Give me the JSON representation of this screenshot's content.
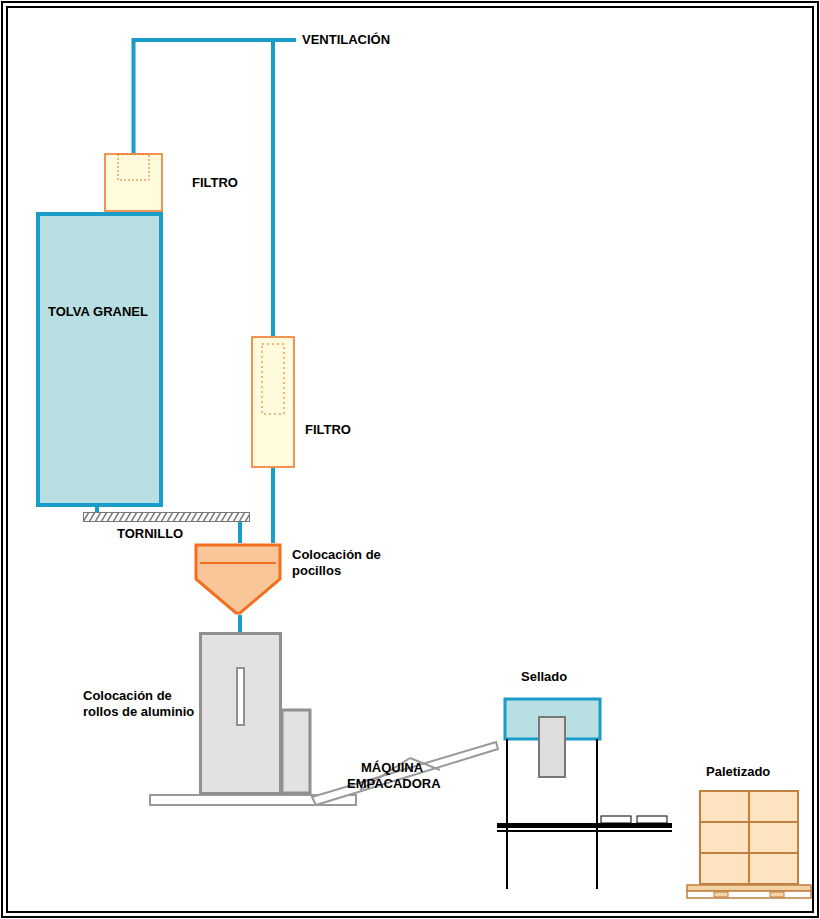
{
  "diagram": {
    "nodes": [
      {
        "text": [
          "FILTRO"
        ]
      },
      {
        "text": [
          "TOLVA GRANEL"
        ]
      },
      {
        "text": [
          "FILTRO"
        ]
      },
      {
        "text": [
          "TORNILLO"
        ]
      },
      {
        "text": [
          "Colocación de pocillos"
        ]
      },
      {
        "text": [
          "Colocación de rollos de aluminio",
          "MÁQUINA EMPACADORA"
        ]
      },
      {
        "text": [
          "Sellado"
        ]
      },
      {
        "text": [
          "Paletizado"
        ]
      }
    ],
    "edges": [
      {
        "from": 0,
        "to": 2,
        "arrow": "none"
      },
      {
        "from": 1,
        "to": 3,
        "arrow": "none"
      },
      {
        "from": 3,
        "to": 4,
        "arrow": "none"
      },
      {
        "from": 2,
        "to": 4,
        "arrow": "none"
      },
      {
        "from": 4,
        "to": 5,
        "arrow": "none"
      }
    ],
    "labels": [
      "VENTILACIÓN"
    ]
  }
}
